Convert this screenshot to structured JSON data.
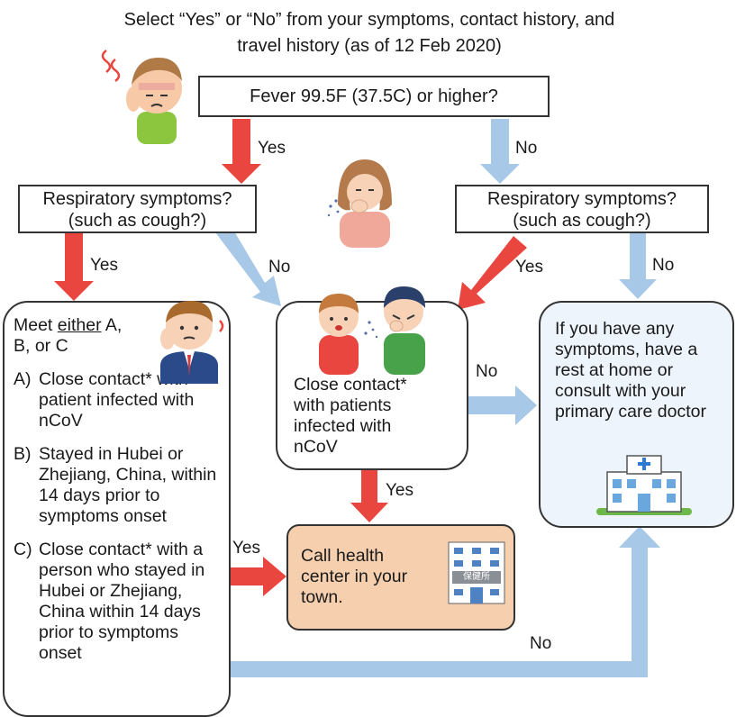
{
  "heading": {
    "line1": "Select “Yes” or “No” from your symptoms, contact history, and",
    "line2": "travel history (as of 12 Feb 2020)"
  },
  "fever_question": "Fever 99.5F (37.5C) or higher?",
  "resp_left": {
    "line1": "Respiratory symptoms?",
    "line2": "(such as cough?)"
  },
  "resp_right": {
    "line1": "Respiratory symptoms?",
    "line2": "(such as cough?)"
  },
  "criteria": {
    "intro_pre": "Meet ",
    "intro_emph": "either",
    "intro_post": " A, B, or C",
    "items": [
      {
        "key": "A)",
        "text": "Close contact* with patient infected with nCoV"
      },
      {
        "key": "B)",
        "text": "Stayed in Hubei or Zhejiang, China, within 14 days prior to symptoms onset"
      },
      {
        "key": "C)",
        "text": "Close contact* with a person who stayed in Hubei or Zhejiang, China within 14 days prior to symptoms onset"
      }
    ]
  },
  "close_contact": "Close contact* with patients infected with nCoV",
  "health_center": {
    "text": "Call health center in your town.",
    "sign": "保健所"
  },
  "home_rest": "If you have any symptoms, have a rest at home or consult with your primary care doctor",
  "labels": {
    "yes_fever": "Yes",
    "no_fever": "No",
    "yes_resp_left": "Yes",
    "no_resp_left": "No",
    "yes_resp_right": "Yes",
    "no_resp_right": "No",
    "no_contact": "No",
    "yes_contact": "Yes",
    "yes_criteria": "Yes",
    "no_criteria": "No"
  },
  "colors": {
    "yes_arrow": "#e8463f",
    "no_arrow": "#a8c8e8",
    "health_center_bg": "#f5cfae",
    "home_rest_bg": "#eef4fb"
  },
  "icons": [
    "sick-man-fever-icon",
    "coughing-woman-icon",
    "worried-man-icon",
    "coughing-children-icon",
    "health-center-building-icon",
    "hospital-icon"
  ]
}
